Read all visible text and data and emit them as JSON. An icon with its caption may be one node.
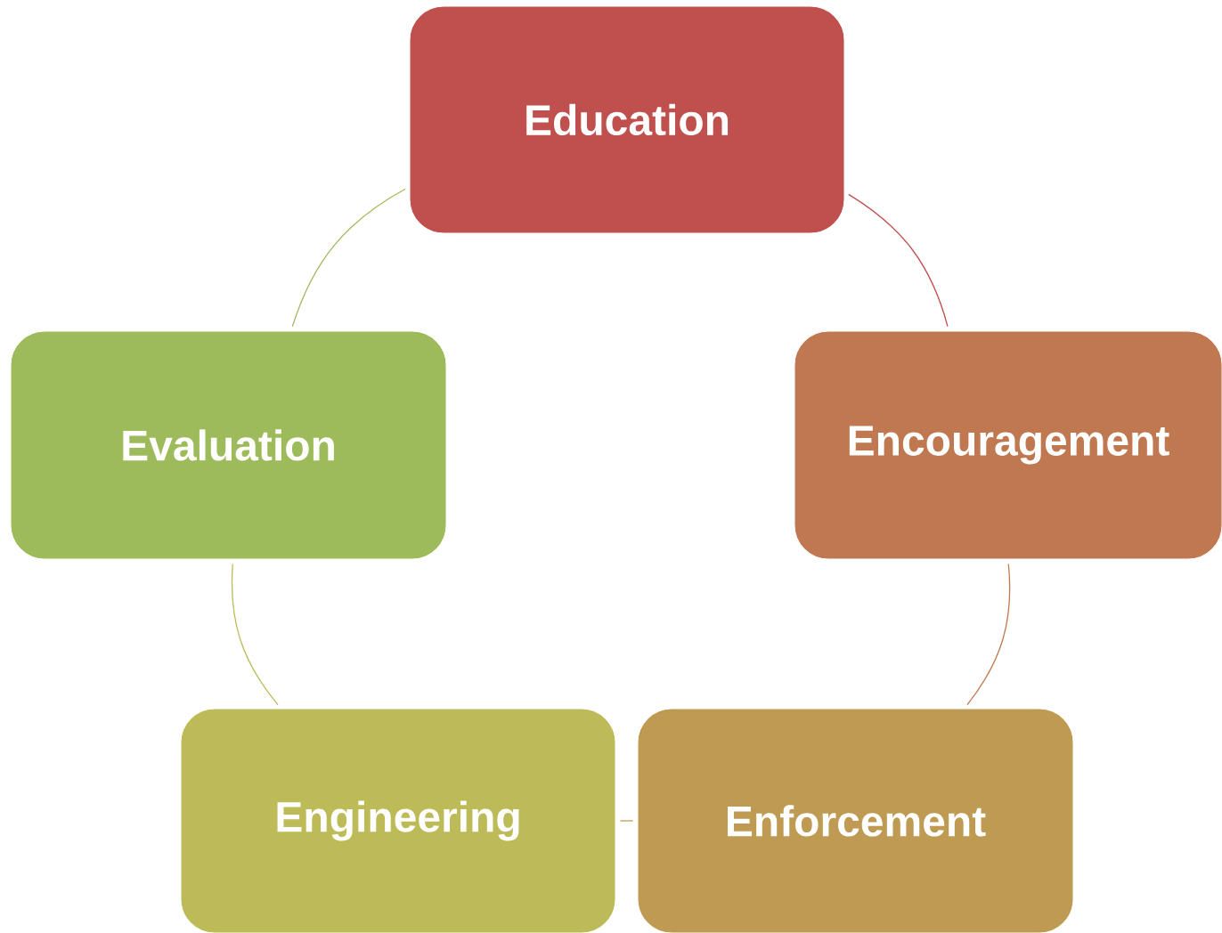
{
  "diagram": {
    "nodes": [
      {
        "text": [
          "Education"
        ]
      },
      {
        "text": [
          "Encouragement"
        ]
      },
      {
        "text": [
          "Enforcement"
        ]
      },
      {
        "text": [
          "Engineering"
        ]
      },
      {
        "text": [
          "Evaluation"
        ]
      }
    ],
    "edges": [
      {
        "from": 0,
        "to": 1,
        "arrow": "none",
        "color": "#c0504d"
      },
      {
        "from": 1,
        "to": 2,
        "arrow": "none",
        "color": "#c07850"
      },
      {
        "from": 2,
        "to": 3,
        "arrow": "none",
        "color": "#bf9a53"
      },
      {
        "from": 3,
        "to": 4,
        "arrow": "none",
        "color": "#bcbb58"
      },
      {
        "from": 4,
        "to": 0,
        "arrow": "none",
        "color": "#9dbb5a"
      }
    ]
  }
}
